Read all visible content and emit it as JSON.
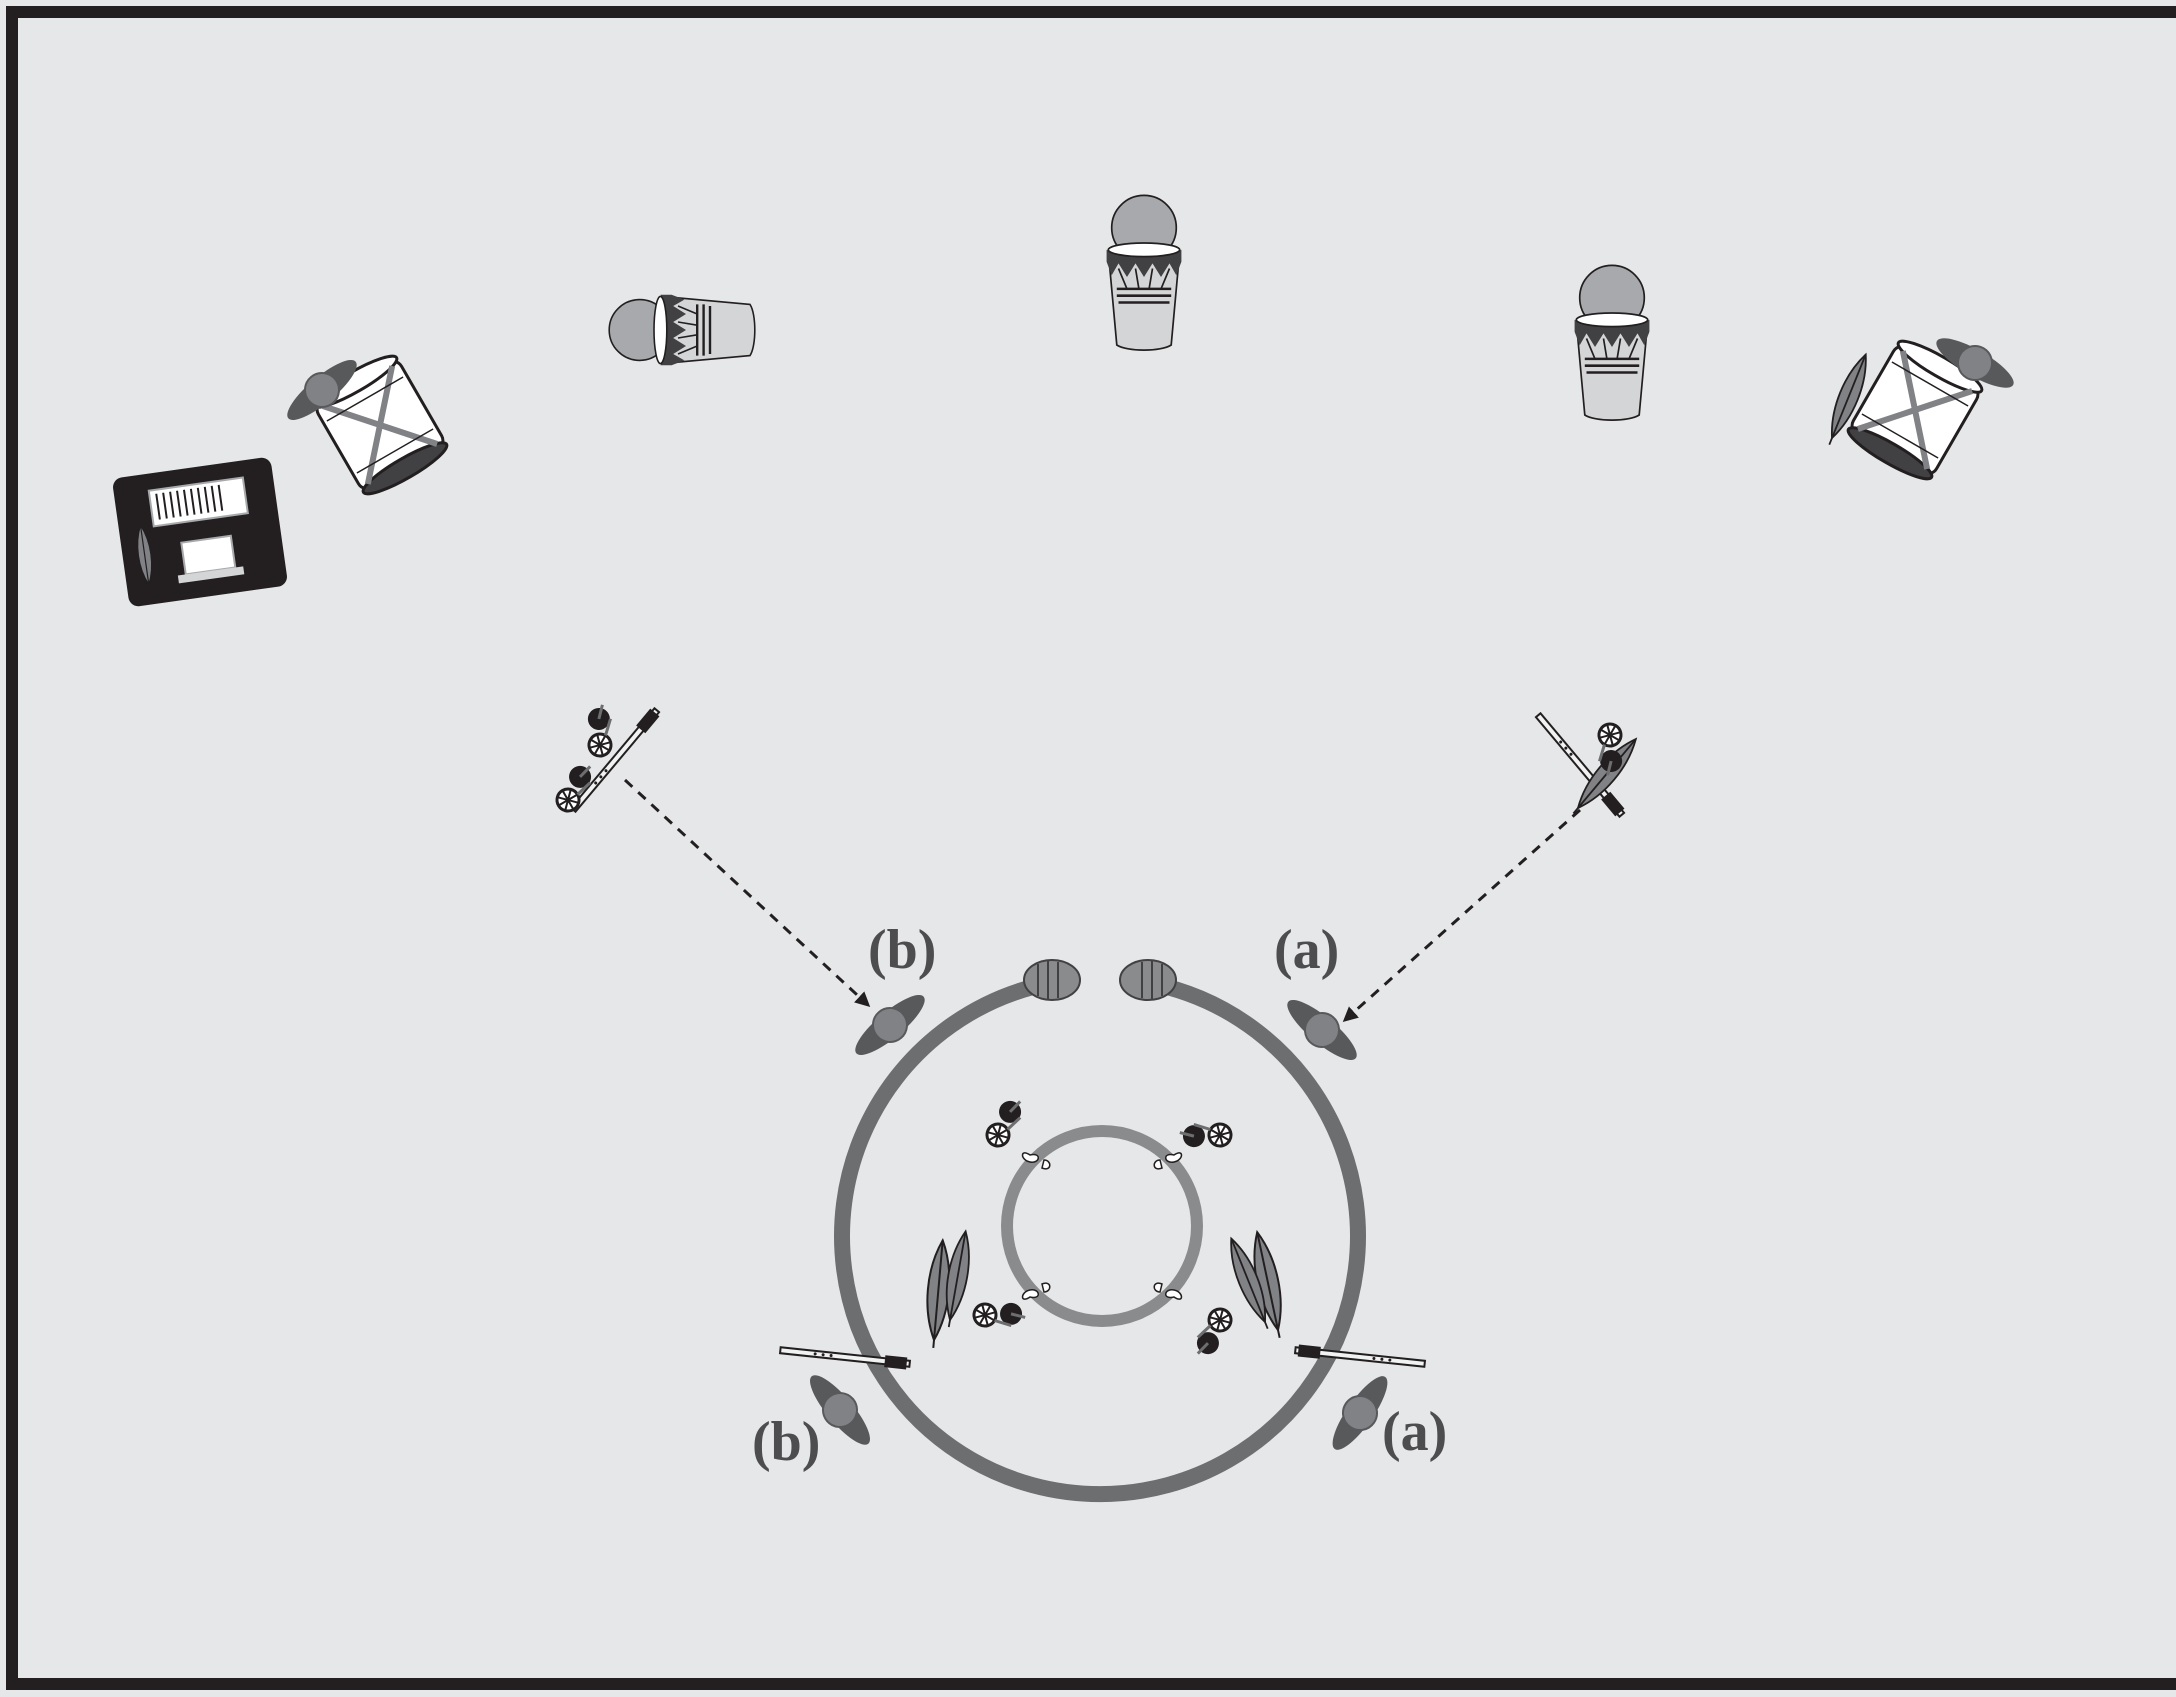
{
  "diagram": {
    "labels": {
      "left_top": "(b)",
      "right_top": "(a)",
      "left_bottom": "(b)",
      "right_bottom": "(a)"
    },
    "colors": {
      "background": "#e6e7e8",
      "frame": "#231f20",
      "ring": "#6d6e70",
      "inner_ring": "#8a8b8d",
      "figure": "#58595b",
      "label": "#4d4d4f",
      "drum_body": "#d4d5d6",
      "drum_head": "#a7a9ac"
    },
    "icons": [
      "keyboard-station-icon",
      "bass-drum-icon",
      "conga-drum-icon",
      "flute-stick-icon",
      "shaker-icon",
      "feather-icon",
      "musician-icon"
    ]
  }
}
